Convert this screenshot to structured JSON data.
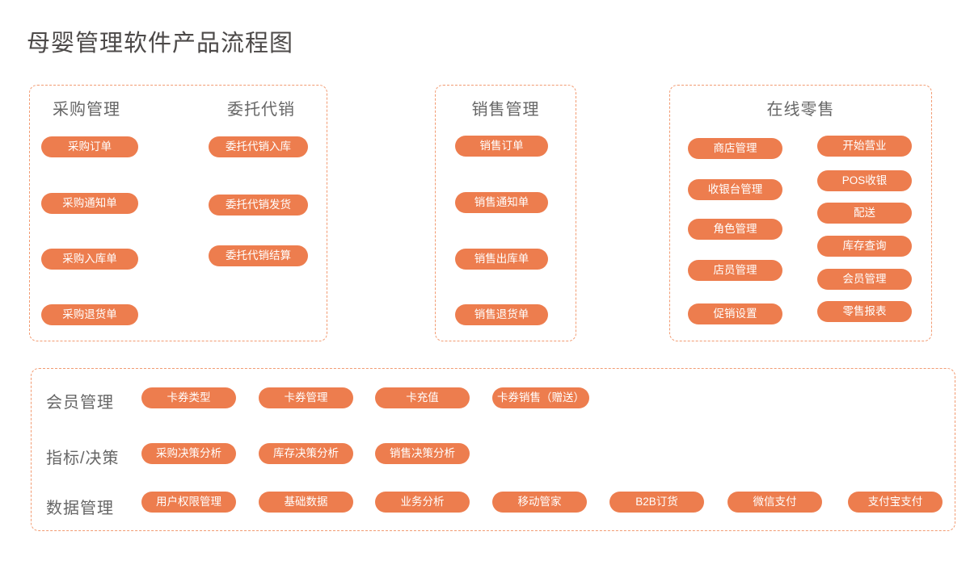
{
  "title": "母婴管理软件产品流程图",
  "colors": {
    "node_fill": "#ED7D4E",
    "node_text": "#FFFFFF",
    "panel_border": "#F29B72",
    "heading_text": "#666666",
    "title_text": "#4C4948"
  },
  "panels": {
    "purchase": {
      "heading_purchase": "采购管理",
      "heading_consignment": "委托代销",
      "purchase_nodes": [
        "采购订单",
        "采购通知单",
        "采购入库单",
        "采购退货单"
      ],
      "consignment_nodes": [
        "委托代销入库",
        "委托代销发货",
        "委托代销结算"
      ]
    },
    "sales": {
      "heading": "销售管理",
      "nodes": [
        "销售订单",
        "销售通知单",
        "销售出库单",
        "销售退货单"
      ]
    },
    "retail": {
      "heading": "在线零售",
      "left_nodes": [
        "商店管理",
        "收银台管理",
        "角色管理",
        "店员管理",
        "促销设置"
      ],
      "right_nodes": [
        "开始营业",
        "POS收银",
        "配送",
        "库存查询",
        "会员管理",
        "零售报表"
      ]
    },
    "bottom": {
      "rows": [
        {
          "label": "会员管理",
          "nodes": [
            "卡券类型",
            "卡券管理",
            "卡充值",
            "卡券销售（赠送）"
          ]
        },
        {
          "label": "指标/决策",
          "nodes": [
            "采购决策分析",
            "库存决策分析",
            "销售决策分析"
          ]
        },
        {
          "label": "数据管理",
          "nodes": [
            "用户权限管理",
            "基础数据",
            "业务分析",
            "移动管家",
            "B2B订货",
            "微信支付",
            "支付宝支付"
          ]
        }
      ]
    }
  }
}
